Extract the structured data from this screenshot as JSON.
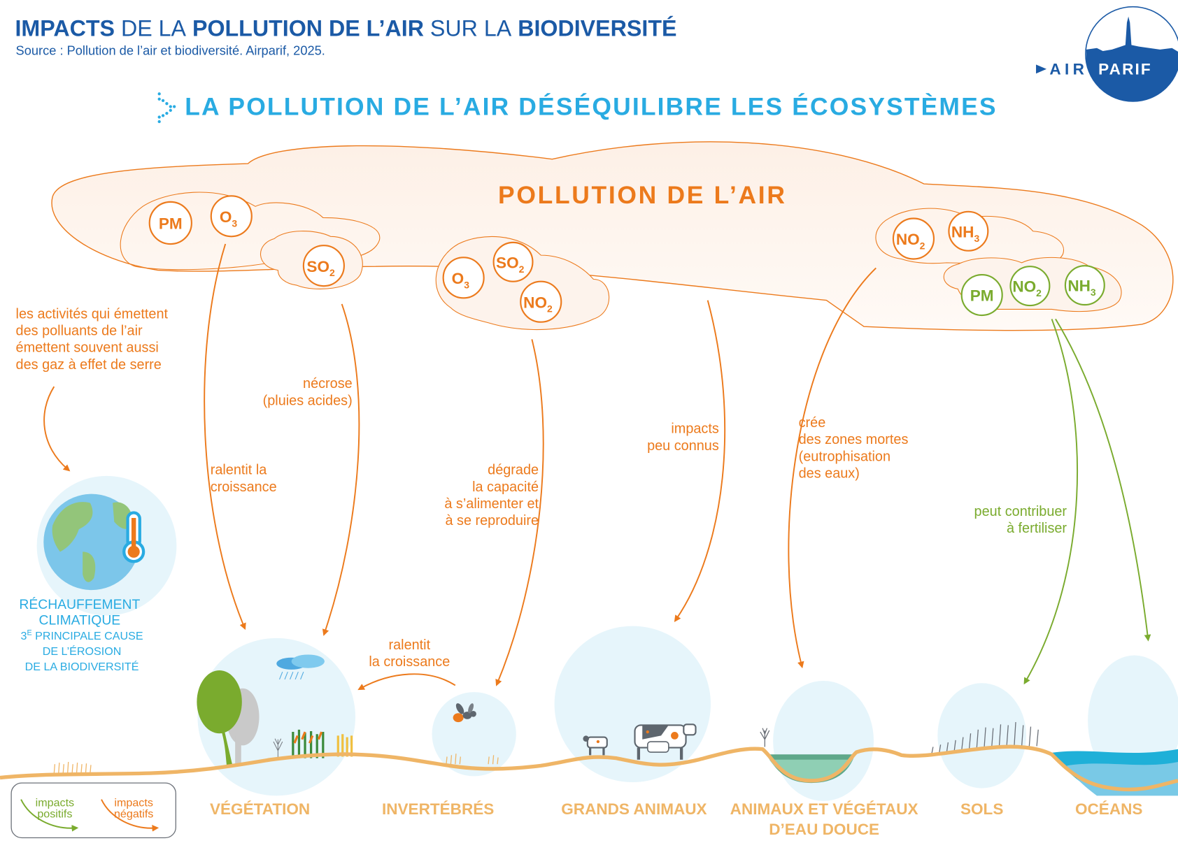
{
  "header": {
    "title_parts": [
      {
        "text": "IMPACTS",
        "bold": true
      },
      {
        "text": " DE LA ",
        "bold": false
      },
      {
        "text": "POLLUTION DE L’AIR",
        "bold": true
      },
      {
        "text": " SUR LA ",
        "bold": false
      },
      {
        "text": "BIODIVERSITÉ",
        "bold": true
      }
    ],
    "source": "Source : Pollution de l’air et biodiversité. Airparif, 2025."
  },
  "logo": {
    "left": "AIR",
    "right": "PARIF"
  },
  "section_title": "LA POLLUTION DE L’AIR DÉSÉQUILIBRE LES ÉCOSYSTÈMES",
  "cloud_title": "POLLUTION DE L’AIR",
  "pollutant_groups": [
    {
      "color": "orange",
      "items": [
        {
          "base": "PM",
          "sub": ""
        },
        {
          "base": "O",
          "sub": "3"
        }
      ]
    },
    {
      "color": "orange",
      "items": [
        {
          "base": "SO",
          "sub": "2"
        }
      ]
    },
    {
      "color": "orange",
      "items": [
        {
          "base": "O",
          "sub": "3"
        },
        {
          "base": "SO",
          "sub": "2"
        },
        {
          "base": "NO",
          "sub": "2"
        }
      ]
    },
    {
      "color": "orange",
      "items": [
        {
          "base": "NO",
          "sub": "2"
        },
        {
          "base": "NH",
          "sub": "3"
        }
      ]
    },
    {
      "color": "green",
      "items": [
        {
          "base": "PM",
          "sub": ""
        },
        {
          "base": "NO",
          "sub": "2"
        },
        {
          "base": "NH",
          "sub": "3"
        }
      ]
    }
  ],
  "notes": {
    "ghg": [
      "les activités qui émettent",
      "des polluants de l’air",
      "émettent souvent aussi",
      "des gaz à effet de serre"
    ],
    "necrose": [
      "nécrose",
      "(pluies acides)"
    ],
    "ralentit_veg": [
      "ralentit la",
      "croissance"
    ],
    "degrade": [
      "dégrade",
      "la capacité",
      "à s’alimenter et",
      "à se reproduire"
    ],
    "ralentit_inv": [
      "ralentit",
      "la croissance"
    ],
    "impacts_peu": [
      "impacts",
      "peu connus"
    ],
    "zones_mortes": [
      "crée",
      "des zones mortes",
      "(eutrophisation",
      "des eaux)"
    ],
    "fertiliser": [
      "peut contribuer",
      "à fertiliser"
    ]
  },
  "climate": {
    "title": [
      "RÉCHAUFFEMENT",
      "CLIMATIQUE"
    ],
    "rank": "3",
    "rank_sup": "E",
    "desc": [
      " PRINCIPALE CAUSE",
      "DE L’ÉROSION",
      "DE LA BIODIVERSITÉ"
    ]
  },
  "categories": [
    {
      "label": [
        "VÉGÉTATION"
      ]
    },
    {
      "label": [
        "INVERTÉBRÉS"
      ]
    },
    {
      "label": [
        "GRANDS ANIMAUX"
      ]
    },
    {
      "label": [
        "ANIMAUX ET VÉGÉTAUX",
        "D’EAU DOUCE"
      ]
    },
    {
      "label": [
        "SOLS"
      ]
    },
    {
      "label": [
        "OCÉANS"
      ]
    }
  ],
  "legend": {
    "positive": [
      "impacts",
      "positifs"
    ],
    "negative": [
      "impacts",
      "négatifs"
    ]
  },
  "colors": {
    "orange": "#ec7a1c",
    "green": "#7aab2e",
    "blue_title": "#1b5aa6",
    "cyan": "#29abe2",
    "ground": "#efb566",
    "bubble": "#e6f5fb",
    "cloud_fill": "#fdf3ec"
  }
}
